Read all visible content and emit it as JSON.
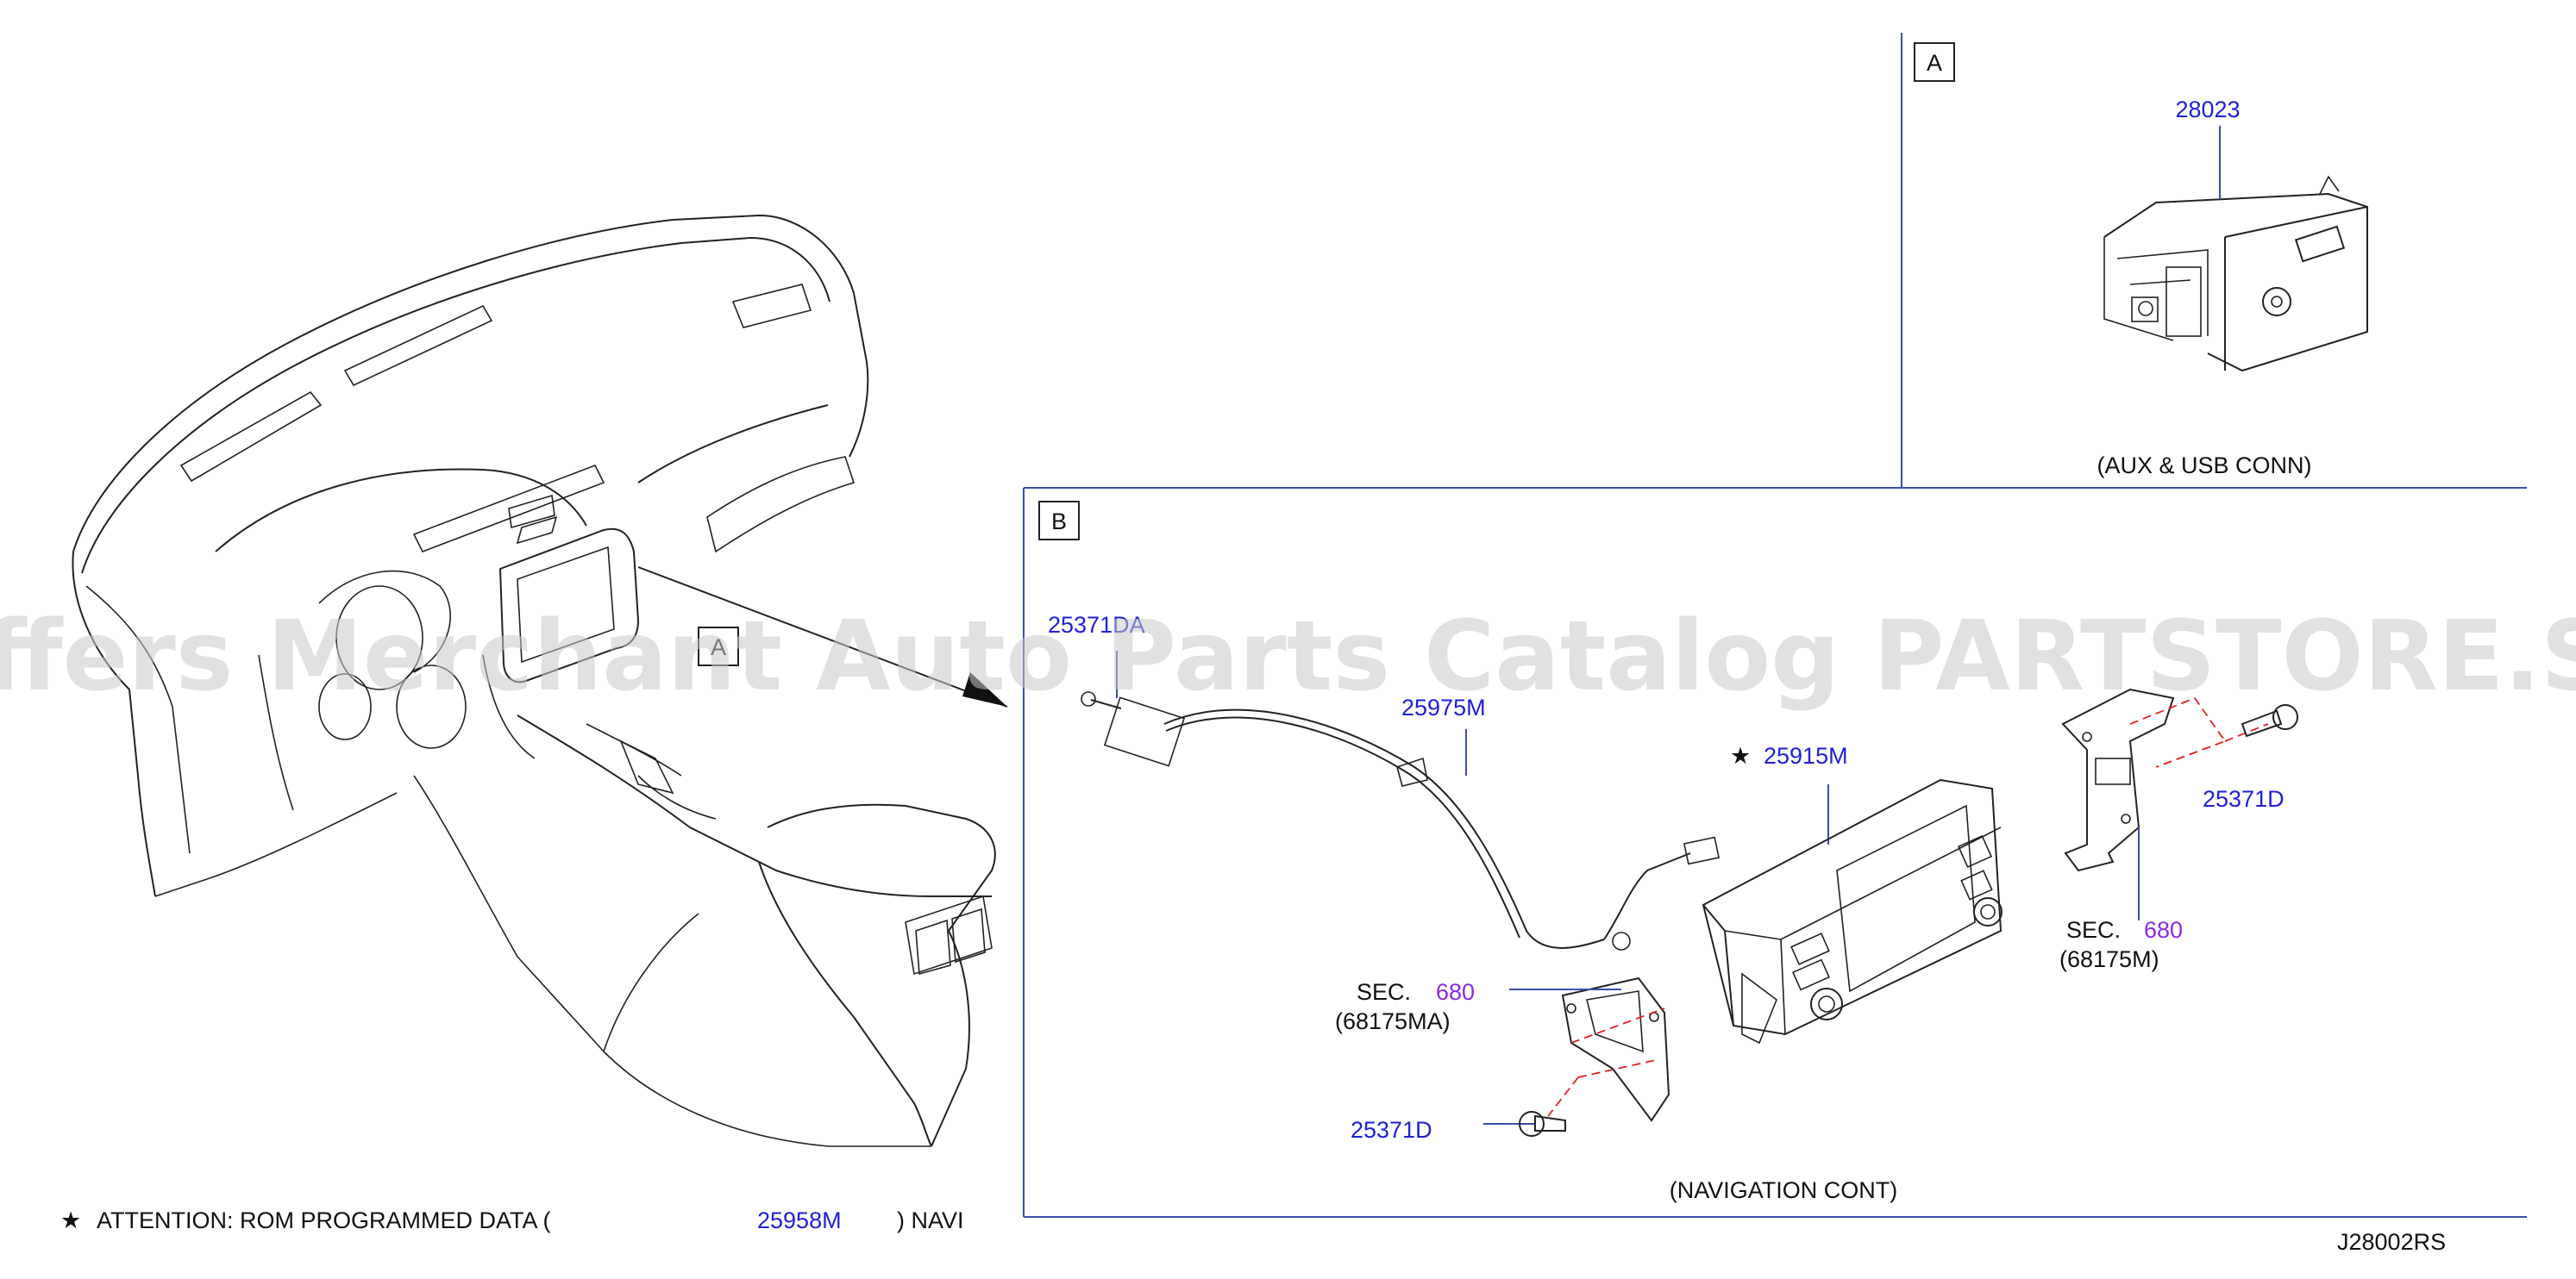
{
  "section_a": {
    "letter": "A",
    "part_number": "28023",
    "caption": "(AUX   &   USB   CONN)"
  },
  "section_b": {
    "letter": "B",
    "caption": "(NAVIGATION   CONT)"
  },
  "dash_callout": {
    "letter": "A"
  },
  "parts": {
    "p25371da": "25371DA",
    "p25975m": "25975M",
    "p25915m": "25915M",
    "p25371d_right": "25371D",
    "p25371d_bottom": "25371D",
    "sec_left_prefix": "SEC.",
    "sec_left_number": "680",
    "sec_left_sub": "(68175MA)",
    "sec_right_prefix": "SEC.",
    "sec_right_number": "680",
    "sec_right_sub": "(68175M)"
  },
  "star_glyph": "★",
  "attention": {
    "text": "ATTENTION:   ROM   PROGRAMMED   DATA   (",
    "part": "25958M",
    "suffix": ")   NAVI"
  },
  "diagram_code": "J28002RS",
  "watermark": "Offers Merchant Auto Parts Catalog PARTSTORE.SA",
  "colors": {
    "part_link": "#1f1fd6",
    "section_ref": "#8a2be2",
    "frame": "#3a4fa8",
    "dashed_guide": "#e02020"
  }
}
